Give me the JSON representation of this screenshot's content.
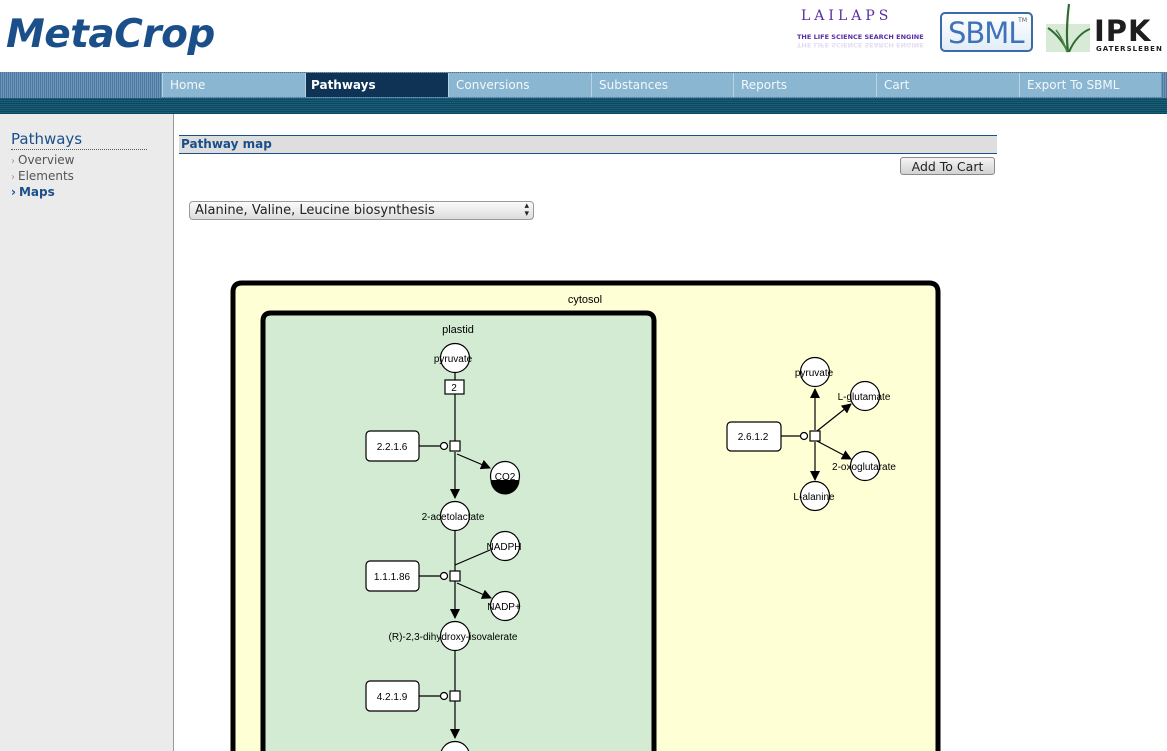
{
  "header": {
    "logo": "MetaCrop",
    "lailaps": {
      "title": "LAILAPS",
      "subtitle": "THE LIFE SCIENCE SEARCH ENGINE"
    },
    "sbml": {
      "label": "SBML",
      "tm": "TM"
    },
    "ipk": {
      "label": "IPK",
      "subtitle": "GATERSLEBEN"
    }
  },
  "nav": {
    "items": [
      "Home",
      "Pathways",
      "Conversions",
      "Substances",
      "Reports",
      "Cart",
      "Export To SBML"
    ],
    "active": "Pathways"
  },
  "sidebar": {
    "title": "Pathways",
    "items": [
      {
        "label": "Overview",
        "active": false
      },
      {
        "label": "Elements",
        "active": false
      },
      {
        "label": "Maps",
        "active": true
      }
    ]
  },
  "main": {
    "panel_title": "Pathway map",
    "add_to_cart_label": "Add To Cart",
    "pathway_select": {
      "value": "Alanine, Valine, Leucine biosynthesis"
    }
  },
  "map": {
    "compartments": {
      "outer": "cytosol",
      "inner": "plastid"
    },
    "metabolites": {
      "pyruvate": "pyruvate",
      "co2": "CO2",
      "acetolactate": "2-acetolactate",
      "nadph": "NADPH",
      "nadp": "NADP+",
      "dihydroxy": "(R)-2,3-dihydroxy-isovalerate",
      "pyruvate2": "pyruvate",
      "glutamate": "L-glutamate",
      "oxoglutarate": "2-oxoglutarate",
      "alanine": "L-alanine"
    },
    "enzymes": {
      "e1": "2.2.1.6",
      "e2": "1.1.1.86",
      "e3": "4.2.1.9",
      "e4": "2.6.1.2"
    },
    "stoichiometry_label": "2",
    "colors": {
      "cytosol": "#ffffd6",
      "plastid": "#d2ebd2",
      "brand": "#1b4f8a",
      "nav_active": "#0f3355",
      "nav": "#8ab6d1"
    }
  }
}
